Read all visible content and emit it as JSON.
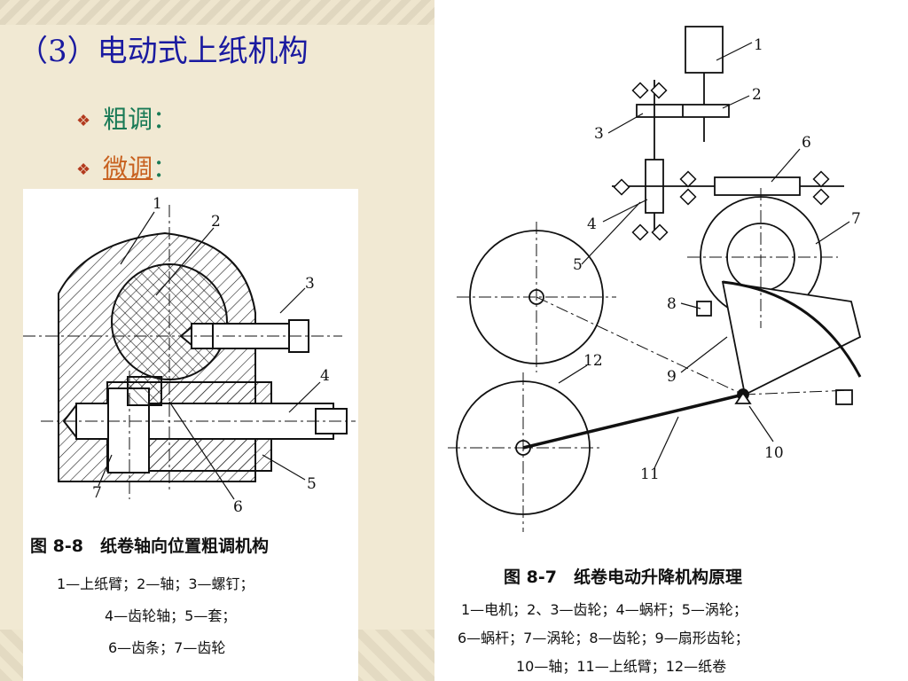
{
  "slide": {
    "title": "（3）电动式上纸机构",
    "bullets": [
      {
        "label": "粗调",
        "suffix": "：",
        "linked": false
      },
      {
        "label": "微调",
        "suffix": "：",
        "linked": true
      }
    ]
  },
  "figure_8_8": {
    "caption": "图 8-8　纸卷轴向位置粗调机构",
    "legend_lines": [
      "1—上纸臂；2—轴；3—螺钉；",
      "4—齿轮轴；5—套；",
      "6—齿条；7—齿轮"
    ],
    "part_numbers": [
      "1",
      "2",
      "3",
      "4",
      "5",
      "6",
      "7"
    ]
  },
  "figure_8_7": {
    "caption": "图 8-7　纸卷电动升降机构原理",
    "legend_lines": [
      "1—电机；2、3—齿轮；4—蜗杆；5—涡轮；",
      "6—蜗杆；7—涡轮；8—齿轮；9—扇形齿轮；",
      "10—轴；11—上纸臂；12—纸卷"
    ],
    "part_numbers": [
      "1",
      "2",
      "3",
      "4",
      "5",
      "6",
      "7",
      "8",
      "9",
      "10",
      "11",
      "12"
    ]
  },
  "colors": {
    "title": "#1a1aa0",
    "bullet_text": "#197a56",
    "link": "#c8611f",
    "bullet_mark": "#b33a1e"
  }
}
